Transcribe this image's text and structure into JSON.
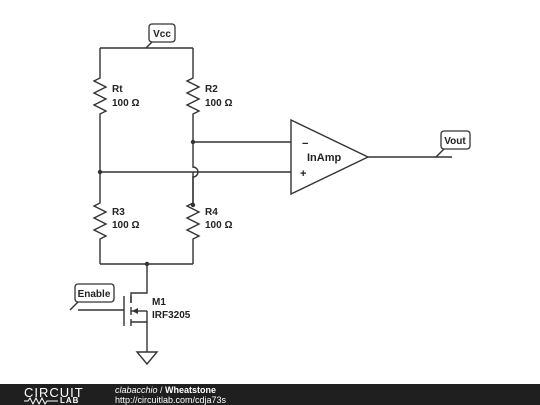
{
  "schematic": {
    "vcc_label": "Vcc",
    "vout_label": "Vout",
    "enable_label": "Enable",
    "resistors": [
      {
        "name": "Rt",
        "value": "100 Ω"
      },
      {
        "name": "R2",
        "value": "100 Ω"
      },
      {
        "name": "R3",
        "value": "100 Ω"
      },
      {
        "name": "R4",
        "value": "100 Ω"
      }
    ],
    "mosfet": {
      "name": "M1",
      "part": "IRF3205"
    },
    "opamp": {
      "label": "InAmp",
      "minus": "−",
      "plus": "+"
    }
  },
  "footer": {
    "logo_top": "CIRCUIT",
    "logo_bottom": "LAB",
    "author": "clabacchio",
    "separator": " / ",
    "title": "Wheatstone",
    "url": "http://circuitlab.com/cdja73s"
  }
}
